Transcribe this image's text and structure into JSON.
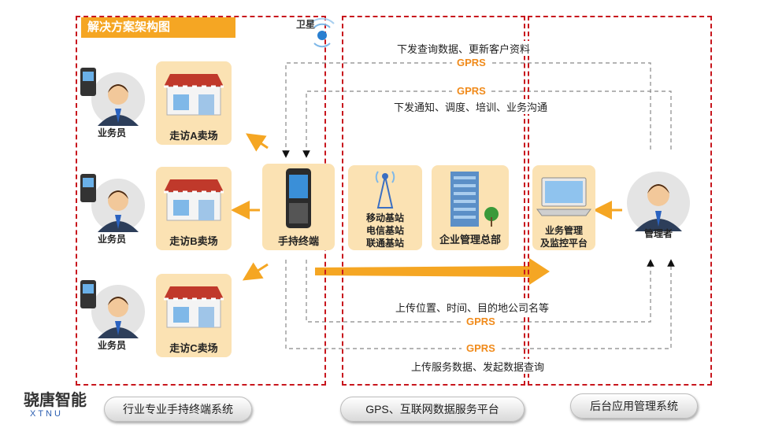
{
  "diagram": {
    "title": "解决方案架构图",
    "satellite_label": "卫星",
    "salespeople": [
      "业务员",
      "业务员",
      "业务员"
    ],
    "stores": [
      "走访A卖场",
      "走访B卖场",
      "走访C卖场"
    ],
    "terminal_label": "手持终端",
    "base_station_lines": [
      "移动基站",
      "电信基站",
      "联通基站"
    ],
    "hq_label": "企业管理总部",
    "platform_lines": [
      "业务管理",
      "及监控平台"
    ],
    "manager_label": "管理者",
    "top_flow_1": "下发查询数据、更新客户资料",
    "top_flow_2": "下发通知、调度、培训、业务沟通",
    "bottom_flow_1": "上传位置、时间、目的地公司名等",
    "bottom_flow_2": "上传服务数据、发起数据查询",
    "gprs": "GPRS",
    "systems": [
      "行业专业手持终端系统",
      "GPS、互联网数据服务平台",
      "后台应用管理系统"
    ],
    "brand_name": "骁唐智能",
    "brand_sub": "XTNU"
  },
  "colors": {
    "accent": "#f5a623",
    "region_border": "#c8161d",
    "card_fill": "#fbe2b3",
    "gprs_text": "#f08a1a"
  }
}
